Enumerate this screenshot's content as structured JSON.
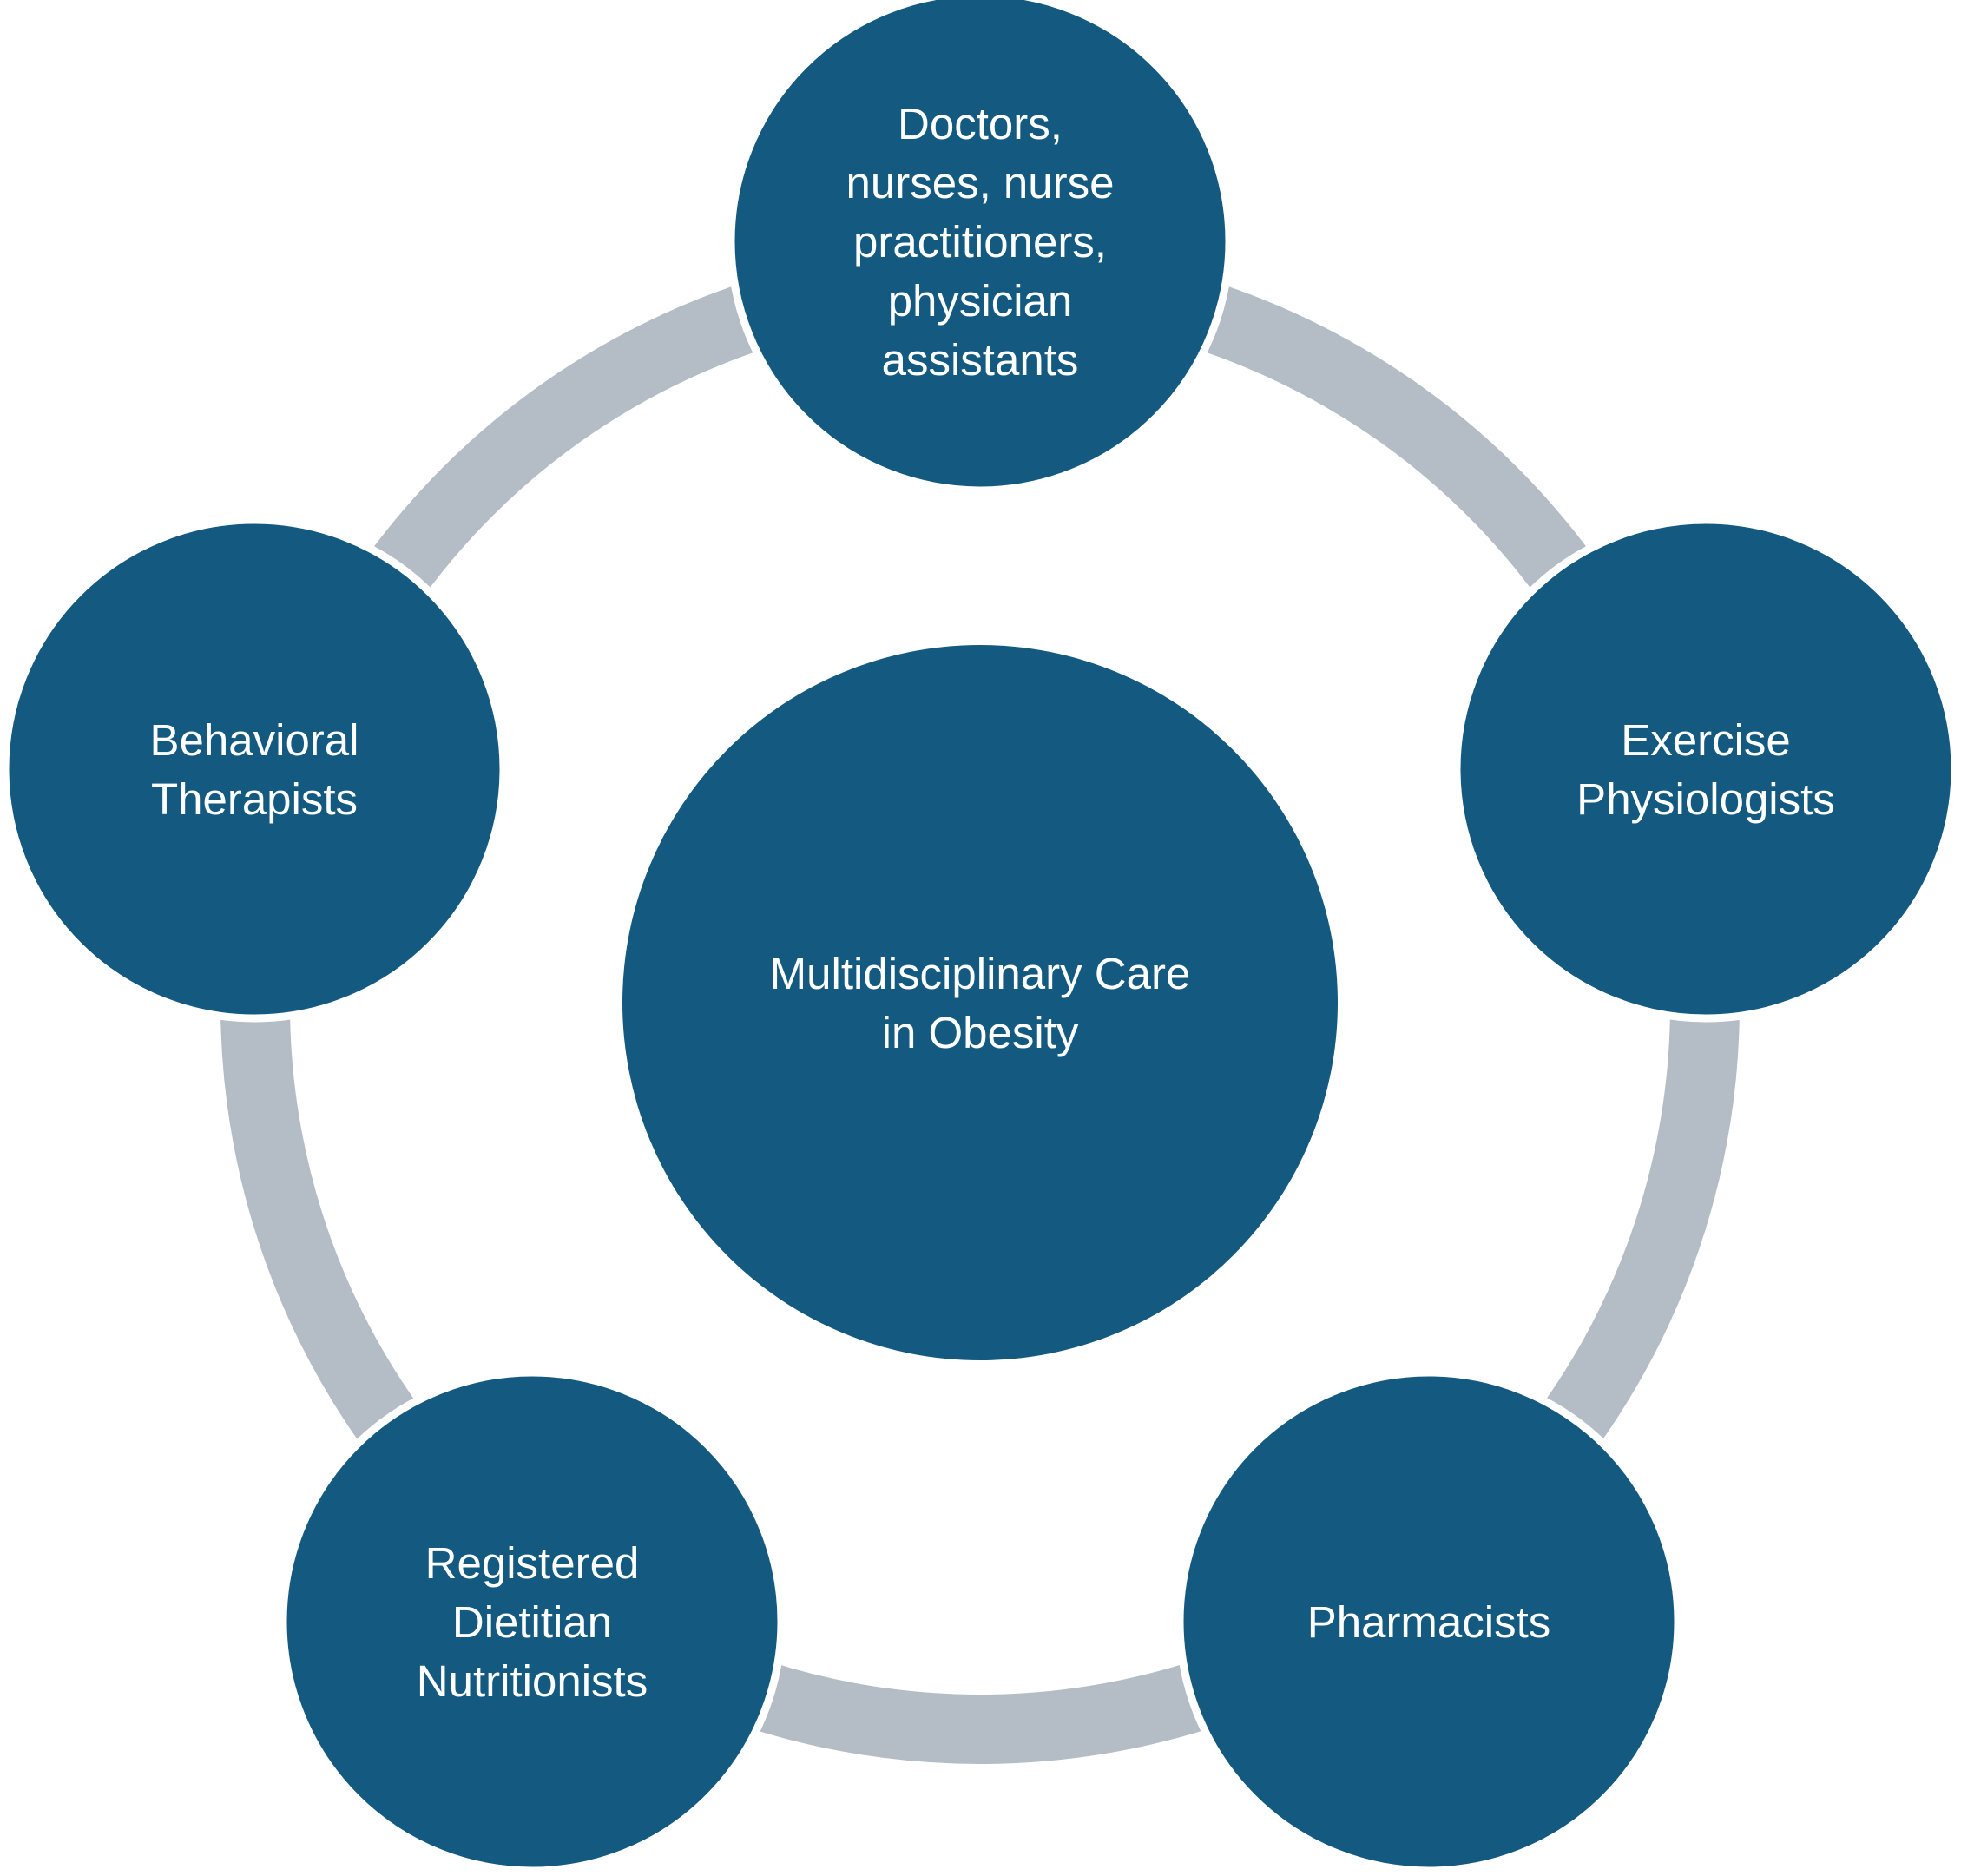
{
  "colors": {
    "node_fill": "#145a80",
    "ring_stroke": "#b4bcc6",
    "node_border": "#ffffff",
    "label_text": "#ffffff",
    "background": "#ffffff"
  },
  "center": {
    "label_lines": [
      "Multidisciplinary Care",
      "in Obesity"
    ]
  },
  "nodes": [
    {
      "id": "top",
      "label_lines": [
        "Doctors,",
        "nurses, nurse",
        "practitioners,",
        "physician",
        "assistants"
      ]
    },
    {
      "id": "right",
      "label_lines": [
        "Exercise",
        "Physiologists"
      ]
    },
    {
      "id": "bottom-right",
      "label_lines": [
        "Pharmacists"
      ]
    },
    {
      "id": "bottom-left",
      "label_lines": [
        "Registered",
        "Dietitian",
        "Nutritionists"
      ]
    },
    {
      "id": "left",
      "label_lines": [
        "Behavioral",
        "Therapists"
      ]
    }
  ]
}
